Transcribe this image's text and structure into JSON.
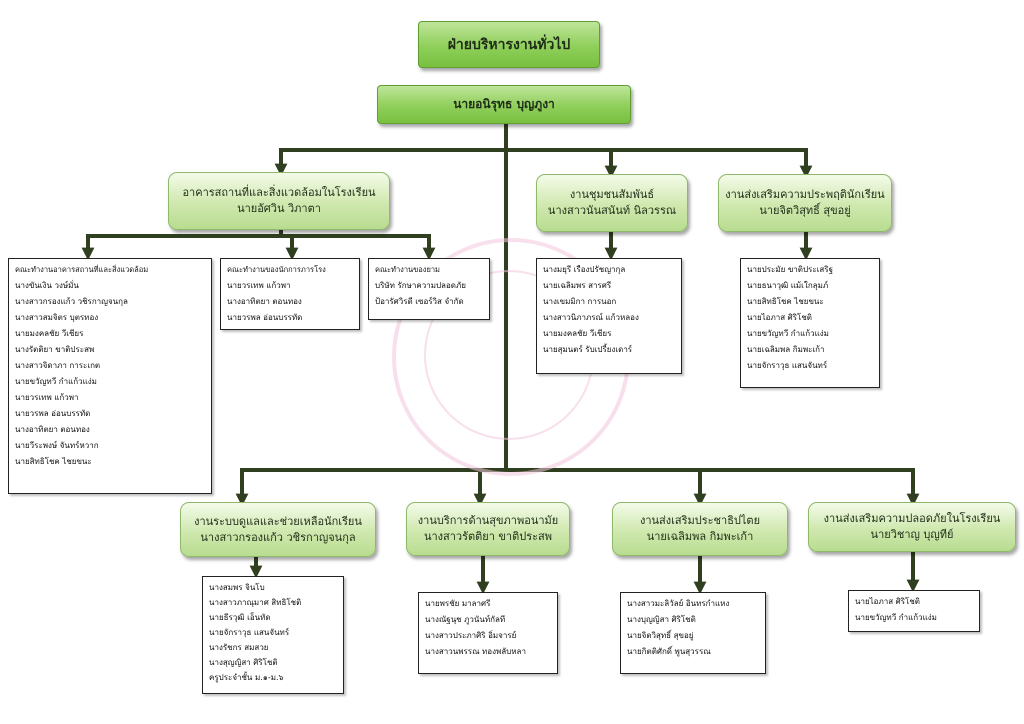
{
  "top": {
    "title": "ฝ่ายบริหารงานทั่วไป"
  },
  "head": {
    "name": "นายอนิรุทธ บุญภูงา"
  },
  "departments": {
    "facilities": {
      "title": "อาคารสถานที่และสิ่งแวดล้อมในโรงเรียน",
      "person": "นายอัศวิน วิภาตา"
    },
    "community": {
      "title": "งานชุมชนสัมพันธ์",
      "person": "นางสาวนันสนันท์ นิลวรรณ"
    },
    "conduct": {
      "title": "งานส่งเสริมความประพฤตินักเรียน",
      "person": "นายจิตวิสุทธิ์ สุขอยู่"
    },
    "care": {
      "title": "งานระบบดูแลและช่วยเหลือนักเรียน",
      "person": "นางสาวกรองแก้ว วชิรกาญจนกุล"
    },
    "health": {
      "title": "งานบริการด้านสุขภาพอนามัย",
      "person": "นางสาวรัตติยา ขาติประสพ"
    },
    "democracy": {
      "title": "งานส่งเสริมประชาธิปไตย",
      "person": "นายเฉลิมพล กิมพะเก้า"
    },
    "safety": {
      "title": "งานส่งเสริมความปลอดภัยในโรงเรียน",
      "person": "นายวิชาญ บุญทีย์"
    }
  },
  "lists": {
    "facilities_committee": {
      "title": "คณะทำงานอาคารสถานที่และสิ่งแวดล้อม",
      "members": [
        "นางขันเงิน วงษ์มั่น",
        "นางสาวกรองแก้ว วชิรกาญจนกุล",
        "นางสาวสมจิตร บุตรทอง",
        "นายมงคลชัย วีเชียร",
        "นางรัตติยา ขาติประสพ",
        "นางสาวจิดาภา การะเกต",
        "นายขวัญทวี กำแก้วแง่ม",
        "นายวรเทพ แก้วพา",
        "นายวรพล อ่อนบรรทัด",
        "นางอาทิตยา ตอนทอง",
        "นายวีระพงษ์ จันทร์หวาก",
        "นายสิทธิโชค ไชยขนะ"
      ]
    },
    "janitor_committee": {
      "title": "คณะทำงานของนักการภารโรง",
      "members": [
        "นายวรเทพ แก้วพา",
        "นางอาทิตยา ตอนทอง",
        "นายวรพล อ่อนบรรทัด"
      ]
    },
    "security_committee": {
      "title": "คณะทำงานของยาม",
      "members": [
        "บริษัท รักษาความปลอดภัย",
        "ป้อารัศวิรดี เซอร์วิส จำกัด"
      ]
    },
    "community_members": {
      "members": [
        "นางมยุรี เรืองปรัชญากุล",
        "นายเฉลิมพร สารศรี",
        "นางเขมมิกา การนอก",
        "นางสาวนิภาภรณ์ แก้วหลอง",
        "นายมงคลชัย วีเชียร",
        "นายสุมนตร์ รับเปรี้ยงเดาร์"
      ]
    },
    "conduct_members": {
      "members": [
        "นายประมัย ขาติประเสริฐ",
        "นายธนาวุฒิ แม้เใกลุมภ์",
        "นายสิทธิโชค ไชยขนะ",
        "นายไอภาส ศิริโชติ",
        "นายขวัญทวี กำแก้วแง่ม",
        "นายเฉลิมพล กิมพะเก้า",
        "นายจักราวุธ แสนจันทร์"
      ]
    },
    "care_members": {
      "members": [
        "นางสมพร จินโบ",
        "นางสาวภาณุมาศ สิทธิโชติ",
        "นายธีรวุฒิ เอ็นทัด",
        "นายจักราวุธ แสนจันทร์",
        "นางรัชกร สมสวย",
        "นางสุญญิสา ศิริโชติ",
        "ครูประจำชั้น ม.๑-ม.๖"
      ]
    },
    "health_members": {
      "members": [
        "นายพรชัย มาลาศรี",
        "นางณัฐนุช ภูวนันท์กัลที",
        "นางสาวประภาศิริ อิ่มจารย์",
        "นางสาวนพรรณ ทองพลับหลา"
      ]
    },
    "democracy_members": {
      "members": [
        "นางสาวมะลิวัลย์ อินทรกำแหง",
        "นางบุญญิสา ศิริโชติ",
        "นายจิตวิสุทธิ์ สุขอยู่",
        "นายกิตติศักดิ์ พูนสุวรรณ"
      ]
    },
    "safety_members": {
      "members": [
        "นายไอภาส ศิริโชติ",
        "นายขวัญทวี กำแก้วแง่ม"
      ]
    }
  },
  "colors": {
    "connector": "#2f3f1f",
    "box_fill": "#cfe8ae",
    "top_fill": "#8fcf5a"
  }
}
